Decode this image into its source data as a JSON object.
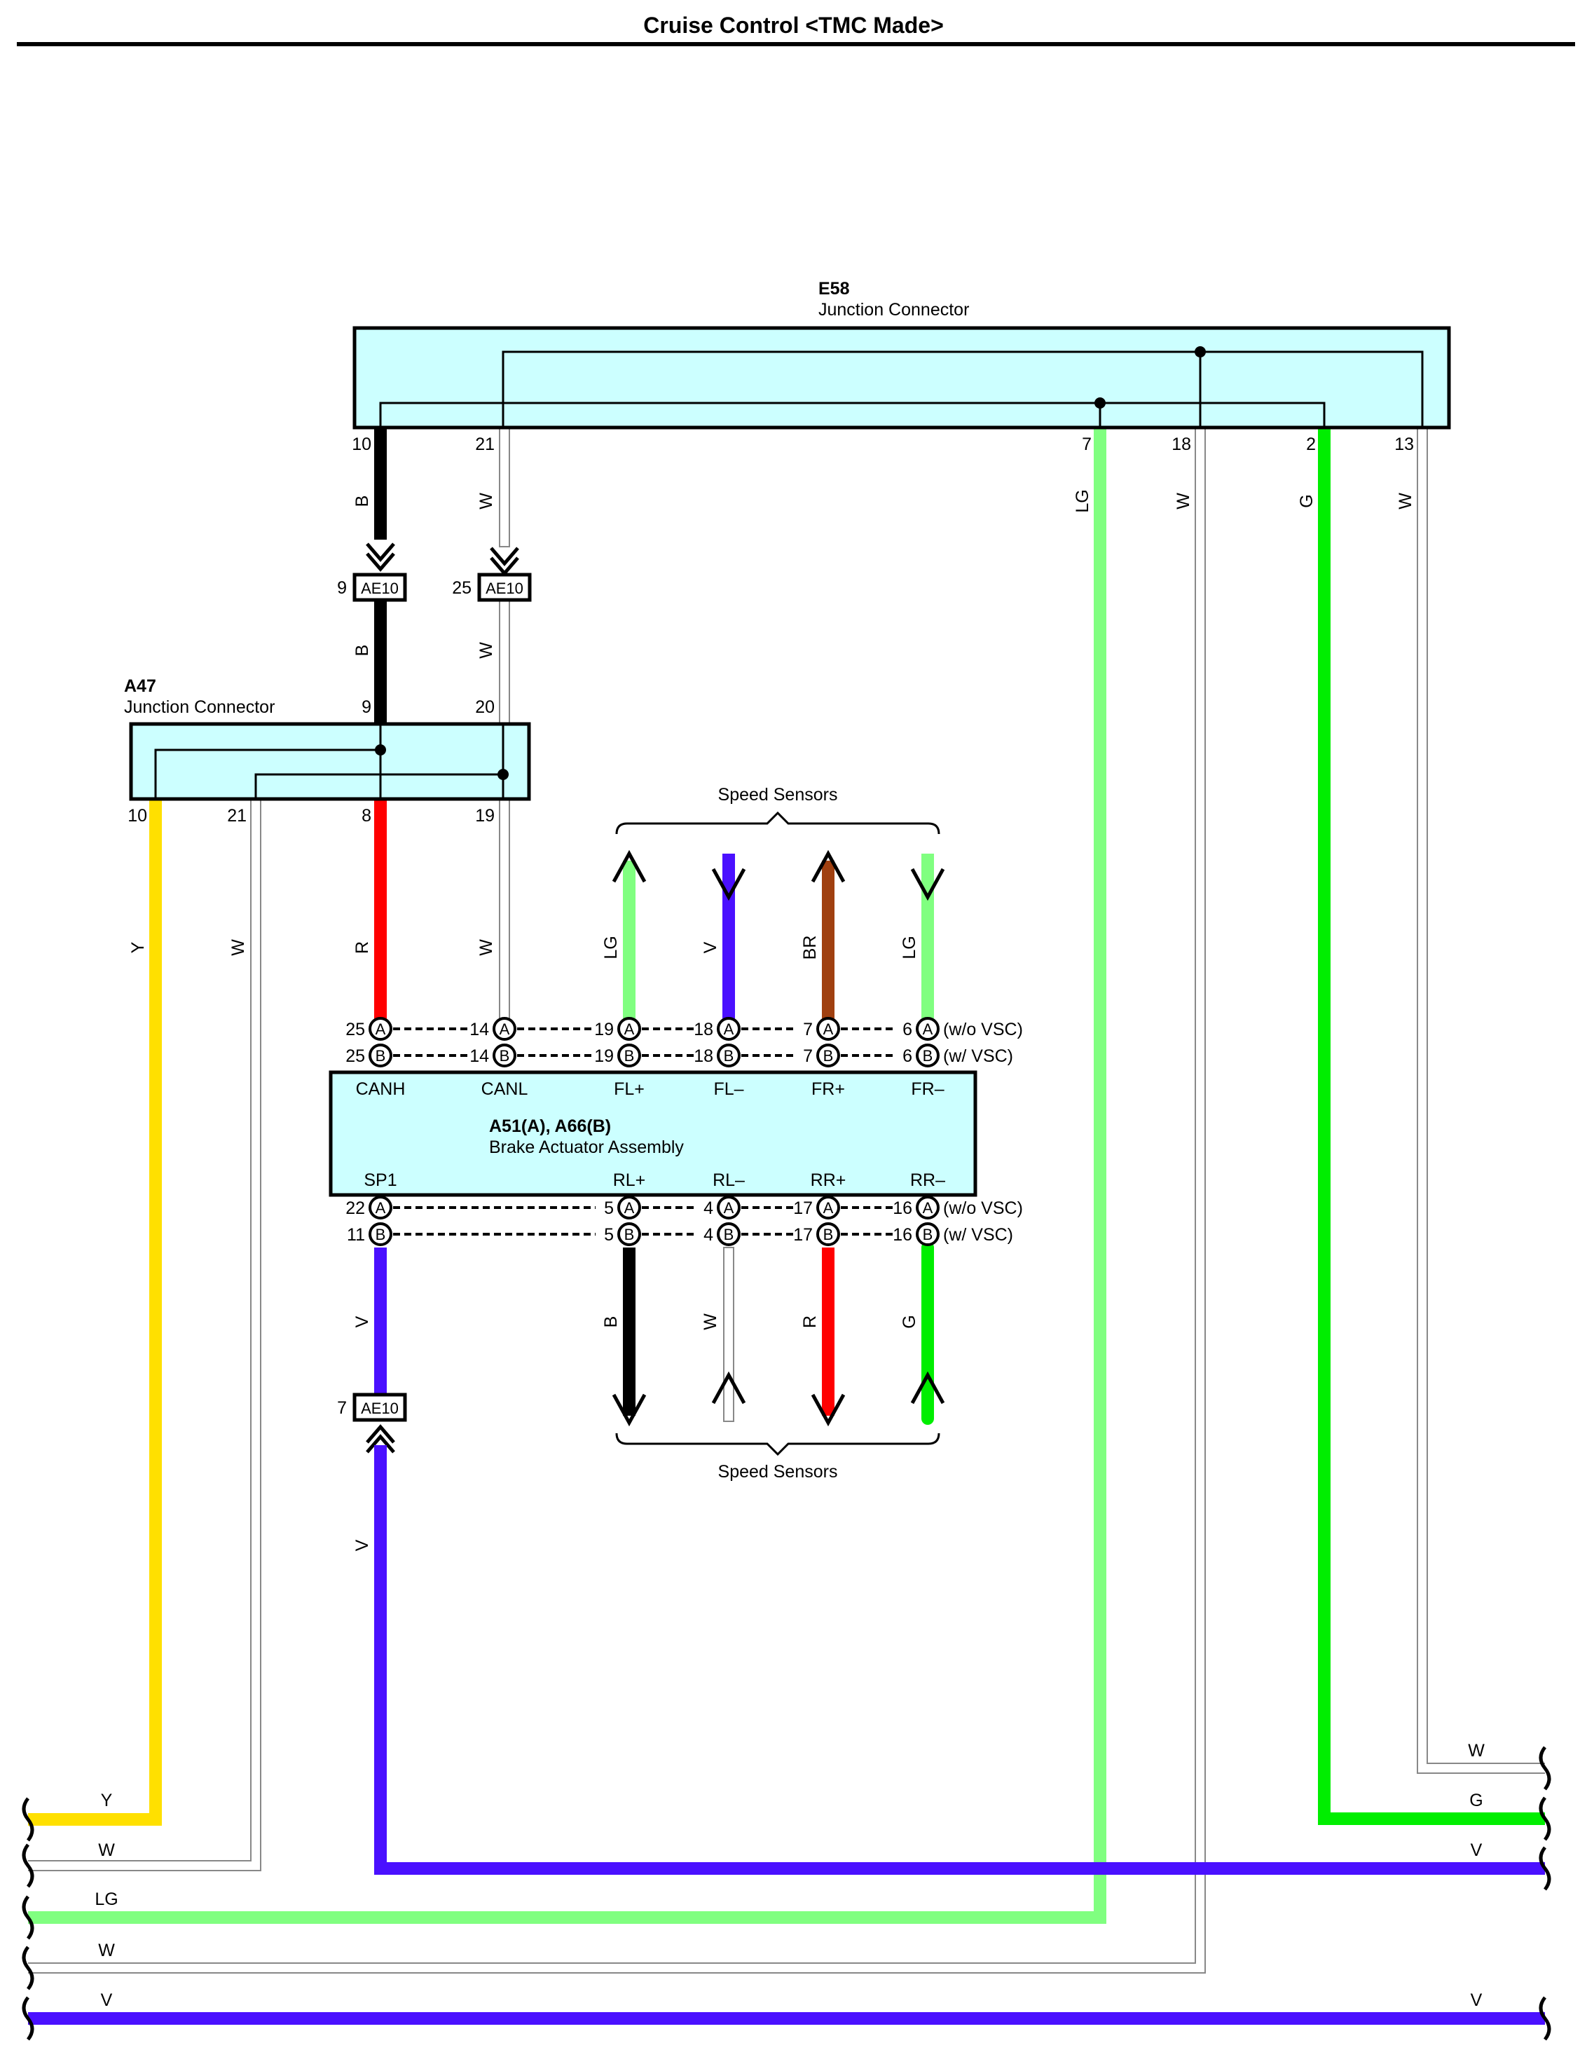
{
  "title": "Cruise Control <TMC Made>",
  "colors": {
    "B": "#000000",
    "W": "#ffffff",
    "LG": "#80ff80",
    "G": "#00ee00",
    "Y": "#ffe000",
    "V": "#4a10ff",
    "R": "#ff0000",
    "BR": "#a04010",
    "box_fill": "#ccffff"
  },
  "e58": {
    "id": "E58",
    "name": "Junction Connector",
    "pins": [
      "10",
      "21",
      "7",
      "18",
      "2",
      "13"
    ]
  },
  "a47": {
    "id": "A47",
    "name": "Junction Connector",
    "top_pins": [
      "9",
      "20"
    ],
    "bottom_pins": [
      "10",
      "21",
      "8",
      "19"
    ]
  },
  "ae10": {
    "code": "AE10",
    "pins": [
      "9",
      "25",
      "7"
    ]
  },
  "wire_labels": {
    "e58_10": "B",
    "e58_21": "W",
    "e58_7": "LG",
    "e58_18": "W",
    "e58_2": "G",
    "e58_13": "W",
    "ae10_9": "B",
    "ae10_25": "W",
    "a47_10": "Y",
    "a47_21": "W",
    "a47_8": "R",
    "a47_19": "W",
    "fl_plus": "LG",
    "fl_minus": "V",
    "fr_plus": "BR",
    "fr_minus": "LG",
    "rl_plus": "B",
    "rl_minus": "W",
    "rr_plus": "R",
    "rr_minus": "G",
    "sp1_upper": "V",
    "sp1_lower": "V"
  },
  "brake_actuator": {
    "id": "A51(A), A66(B)",
    "name": "Brake Actuator Assembly",
    "top_terms": [
      "CANH",
      "CANL",
      "FL+",
      "FL–",
      "FR+",
      "FR–"
    ],
    "bottom_terms": [
      "SP1",
      "RL+",
      "RL–",
      "RR+",
      "RR–"
    ],
    "top_pins_a": [
      "25",
      "14",
      "19",
      "18",
      "7",
      "6"
    ],
    "top_pins_b": [
      "25",
      "14",
      "19",
      "18",
      "7",
      "6"
    ],
    "bottom_pins_a": [
      "22",
      "5",
      "4",
      "17",
      "16"
    ],
    "bottom_pins_b": [
      "11",
      "5",
      "4",
      "17",
      "16"
    ],
    "connector_a": "A",
    "connector_b": "B",
    "variant_a": "(w/o VSC)",
    "variant_b": "(w/ VSC)"
  },
  "speed_sensors_top": "Speed Sensors",
  "speed_sensors_bottom": "Speed Sensors",
  "edge_labels": {
    "left": [
      "Y",
      "W",
      "LG",
      "W",
      "V"
    ],
    "right": [
      "W",
      "G",
      "V",
      "V"
    ]
  }
}
